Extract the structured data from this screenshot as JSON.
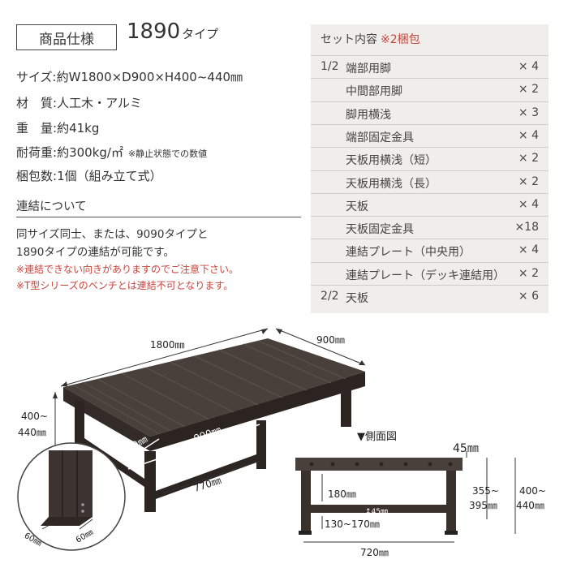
{
  "header": {
    "title": "商品仕様",
    "model": "1890",
    "model_suffix": "タイプ"
  },
  "specs": [
    {
      "label": "サイズ:",
      "value": "約W1800×D900×H400~440㎜",
      "note": ""
    },
    {
      "label": "材　質:",
      "value": "人工木・アルミ",
      "note": ""
    },
    {
      "label": "重　量:",
      "value": "約41kg",
      "note": ""
    },
    {
      "label": "耐荷重:",
      "value": "約300kg/㎡",
      "note": "※静止状態での数値"
    },
    {
      "label": "梱包数:",
      "value": "1個（組み立て式）",
      "note": ""
    }
  ],
  "connection": {
    "title": "連結について",
    "text_lines": [
      "同サイズ同士、または、9090タイプと",
      "1890タイプの連結が可能です。"
    ],
    "warnings": [
      "※連結できない向きがありますのでご注意下さい。",
      "※T型シリーズのベンチとは連結不可となります。"
    ]
  },
  "set_contents": {
    "title": "セット内容",
    "packages": "※2梱包",
    "items": [
      {
        "prefix": "1/2",
        "name": "端部用脚",
        "qty": "× 4"
      },
      {
        "prefix": "",
        "name": "中間部用脚",
        "qty": "× 2"
      },
      {
        "prefix": "",
        "name": "脚用横浅",
        "qty": "× 3"
      },
      {
        "prefix": "",
        "name": "端部固定金具",
        "qty": "× 4"
      },
      {
        "prefix": "",
        "name": "天板用横浅（短）",
        "qty": "× 2"
      },
      {
        "prefix": "",
        "name": "天板用横浅（長）",
        "qty": "× 2"
      },
      {
        "prefix": "",
        "name": "天板",
        "qty": "× 4"
      },
      {
        "prefix": "",
        "name": "天板固定金具",
        "qty": "×18"
      },
      {
        "prefix": "",
        "name": "連結プレート（中央用）",
        "qty": "× 4"
      },
      {
        "prefix": "",
        "name": "連結プレート（デッキ連結用）",
        "qty": "× 2"
      },
      {
        "prefix": "2/2",
        "name": "天板",
        "qty": "× 6"
      }
    ]
  },
  "main_diagram": {
    "length": "1800㎜",
    "width": "900㎜",
    "height_line1": "400~",
    "height_line2": "440㎜",
    "board_width": "180㎜",
    "inner_width": "900㎜",
    "leg_span": "770㎜"
  },
  "leg_detail": {
    "dim_a": "60㎜",
    "dim_b": "60㎜"
  },
  "side_view": {
    "title": "▼側面図",
    "top_thickness": "45㎜",
    "upper_gap": "180㎜",
    "beam": "↕45㎜",
    "lower_gap": "130~170㎜",
    "width": "720㎜",
    "inner_height_line1": "355~",
    "inner_height_line2": "395㎜",
    "total_height_line1": "400~",
    "total_height_line2": "440㎜"
  },
  "colors": {
    "accent_red": "#c8443c",
    "panel_bg": "#efeeeb",
    "wood_dark": "#4a403b"
  }
}
